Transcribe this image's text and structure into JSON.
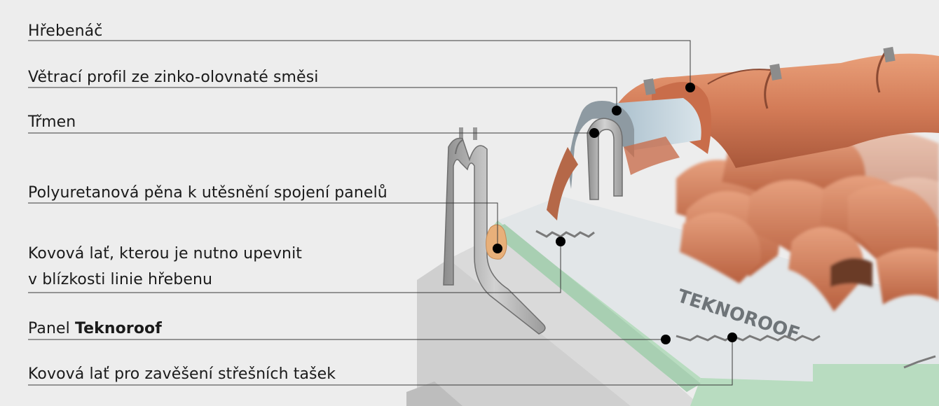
{
  "diagram": {
    "labels": [
      {
        "id": "ridge-tile",
        "text": "Hřebenáč"
      },
      {
        "id": "vent-profile",
        "text": "Větrací profil ze zinko-olovnaté směsi"
      },
      {
        "id": "bracket",
        "text": "Třmen"
      },
      {
        "id": "pu-foam",
        "text": "Polyuretanová pěna k utěsnění spojení panelů"
      },
      {
        "id": "ridge-batten",
        "line1": "Kovová lať, kterou je nutno upevnit",
        "line2": "v blízkosti linie hřebenu"
      },
      {
        "id": "panel",
        "prefix": "Panel",
        "brand": "Teknoroof"
      },
      {
        "id": "tile-batten",
        "text": "Kovová lať pro zavěšení střešních tašek"
      }
    ],
    "panel_print": "TEKNOROOF",
    "colors": {
      "background": "#ededed",
      "leader_line": "#3a3a3a",
      "terracotta": "#d27a56",
      "terracotta_dark": "#a8573a",
      "panel_green": "#b8dcc0",
      "panel_foam": "#e4e8ea",
      "metal": "#b8b8b8",
      "foam": "#e8b07a",
      "wall": "#d0d0d0",
      "dot": "#000000"
    }
  }
}
